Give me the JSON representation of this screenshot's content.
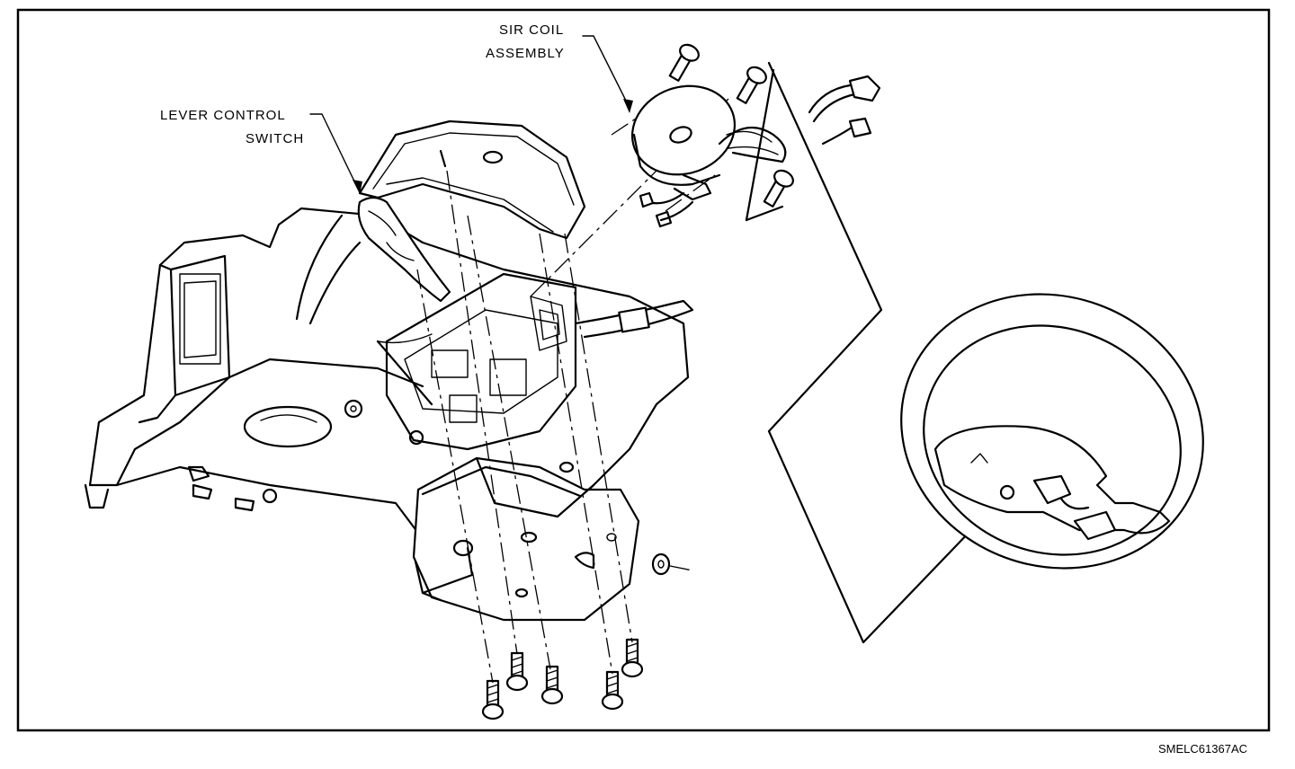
{
  "diagram": {
    "labels": {
      "sir_coil_line1": "SIR COIL",
      "sir_coil_line2": "ASSEMBLY",
      "lever_line1": "LEVER CONTROL",
      "lever_line2": "SWITCH"
    },
    "reference_code": "SMELC61367AC"
  }
}
